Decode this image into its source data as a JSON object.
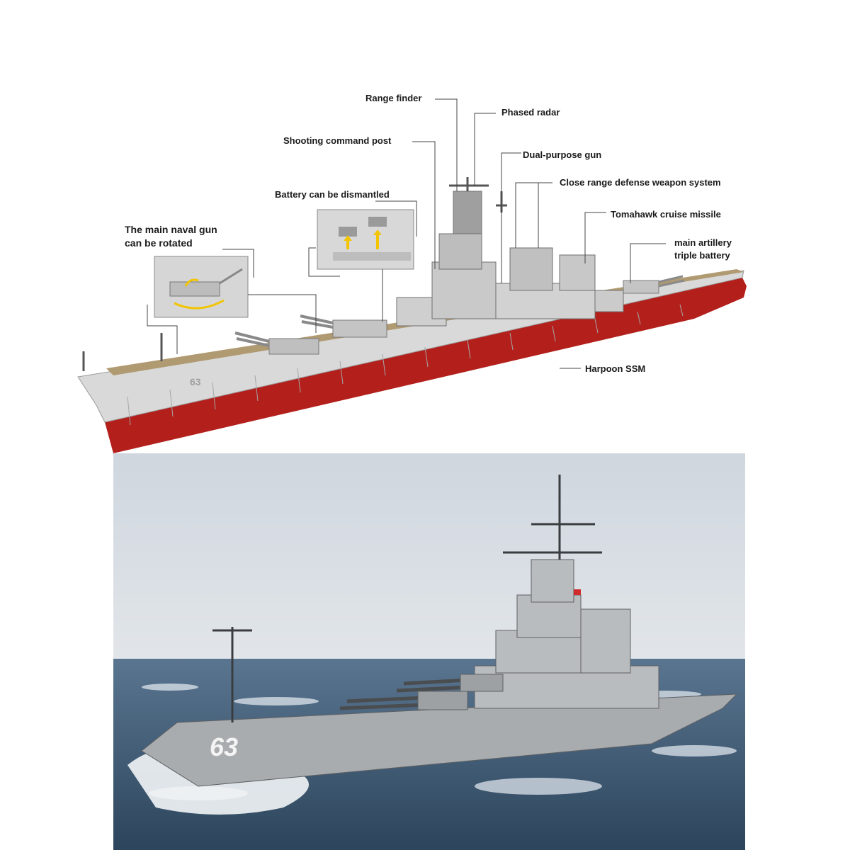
{
  "callouts": {
    "range_finder": "Range finder",
    "phased_radar": "Phased radar",
    "shooting_command_post": "Shooting command post",
    "dual_purpose_gun": "Dual-purpose gun",
    "battery_dismantled": "Battery can be dismantled",
    "ciws": "Close range defense weapon system",
    "tomahawk": "Tomahawk cruise missile",
    "main_gun_line1": "The main naval gun",
    "main_gun_line2": "can be rotated",
    "main_artillery_line1": "main artillery",
    "main_artillery_line2": "triple battery",
    "harpoon": "Harpoon SSM"
  },
  "hull_numbers": {
    "model": "63",
    "photo": "63"
  },
  "colors": {
    "hull_red": "#b3201c",
    "hull_grey": "#d9d9d9",
    "deck_tan": "#b09a72",
    "sea": "#3f5e78",
    "sky": "#d7dde4"
  }
}
